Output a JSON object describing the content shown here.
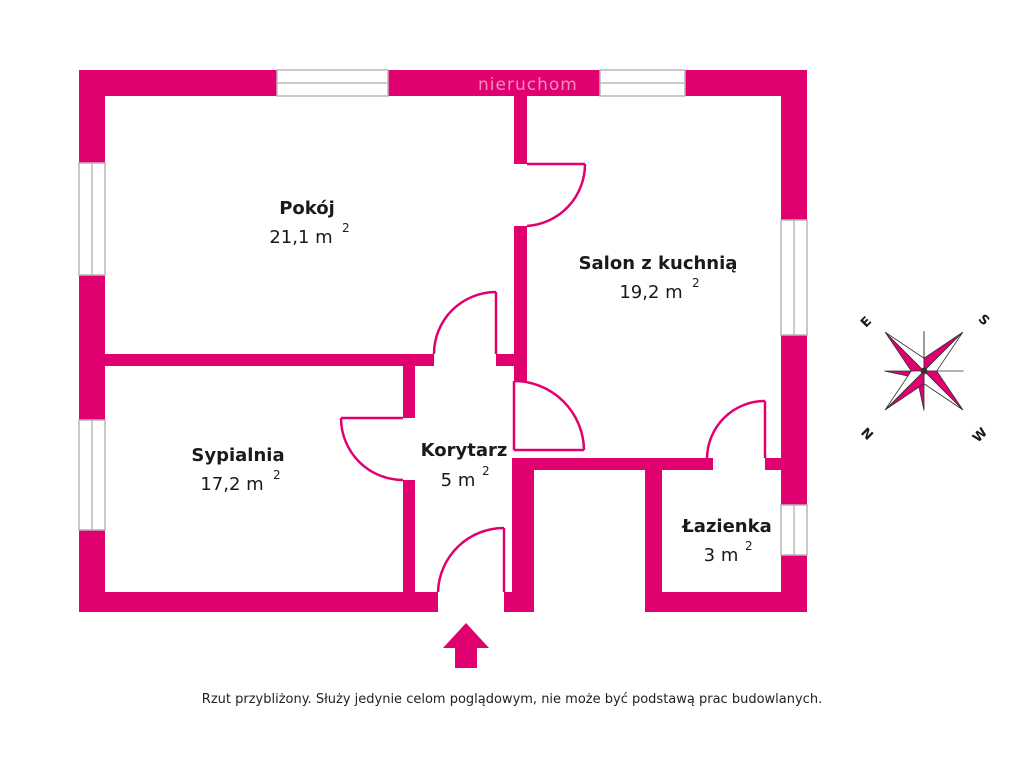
{
  "colors": {
    "wall": "#e0006f",
    "window_frame": "#b8b8b8",
    "text": "#1a1a1a"
  },
  "watermark": "nieruchom",
  "rooms": {
    "pokoj": {
      "name": "Pokój",
      "area": "21,1 m",
      "sup": "2"
    },
    "salon": {
      "name": "Salon z kuchnią",
      "area": "19,2 m",
      "sup": "2"
    },
    "sypialnia": {
      "name": "Sypialnia",
      "area": "17,2 m",
      "sup": "2"
    },
    "korytarz": {
      "name": "Korytarz",
      "area": "5 m",
      "sup": "2"
    },
    "lazienka": {
      "name": "Łazienka",
      "area": "3 m",
      "sup": "2"
    }
  },
  "compass": {
    "n": "N",
    "s": "S",
    "e": "E",
    "w": "W"
  },
  "entrance_icon": "up-arrow-icon",
  "footnote": "Rzut przybliżony. Służy jedynie celom poglądowym, nie może być podstawą prac budowlanych."
}
